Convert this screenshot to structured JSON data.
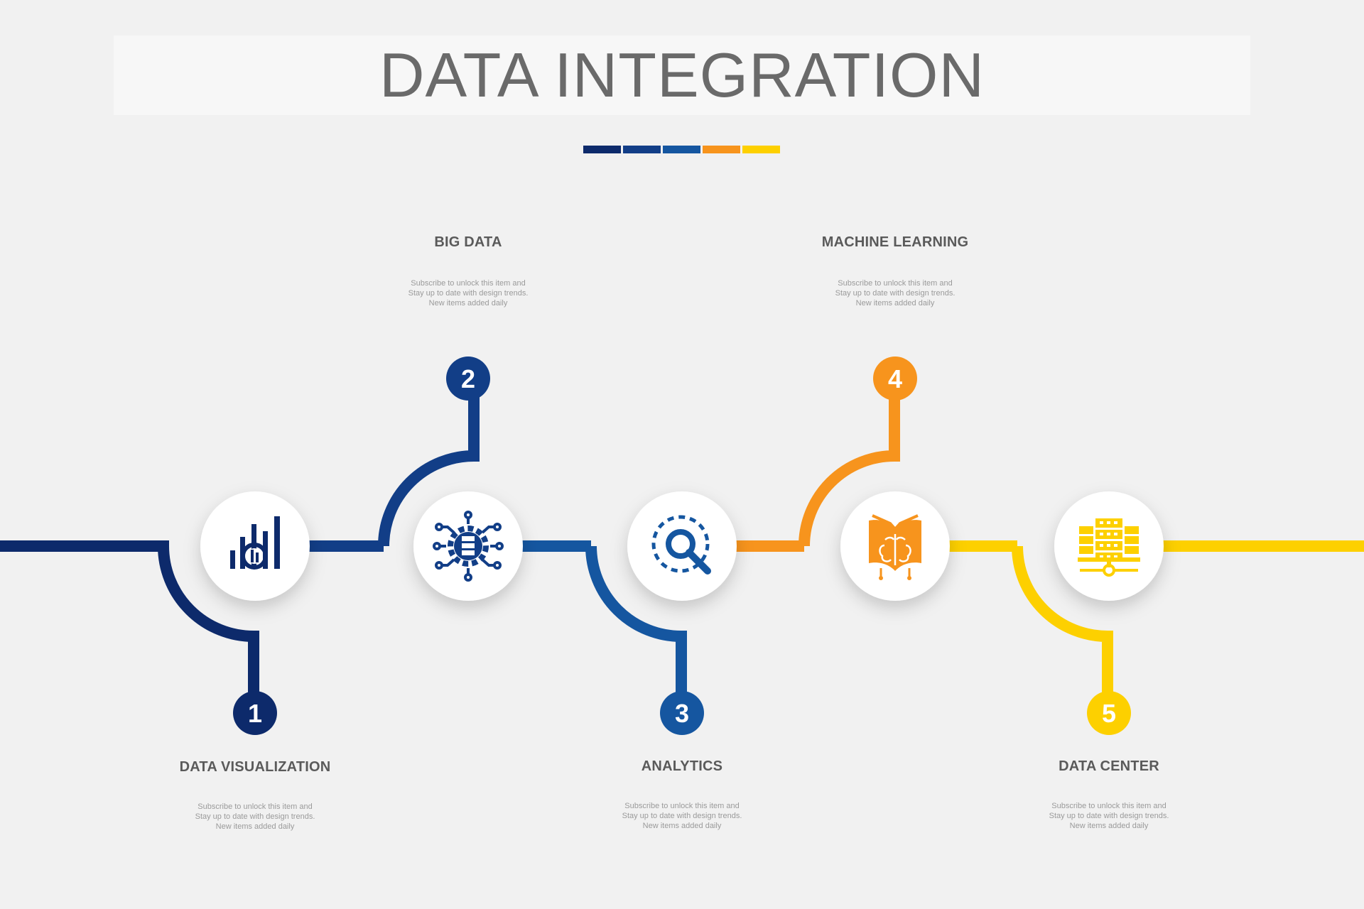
{
  "title": "DATA INTEGRATION",
  "palette": [
    "#0d2a6b",
    "#123e87",
    "#1556a0",
    "#f7941d",
    "#fdd000"
  ],
  "steps": [
    {
      "number": "1",
      "title": "DATA VISUALIZATION",
      "description": "Subscribe to unlock this item and Stay up to date with design trends. New items added daily",
      "icon": "bar-chart-magnifier-icon",
      "color": "#0d2a6b"
    },
    {
      "number": "2",
      "title": "BIG DATA",
      "description": "Subscribe to unlock this item and Stay up to date with design trends. New items added daily",
      "icon": "database-gear-network-icon",
      "color": "#123e87"
    },
    {
      "number": "3",
      "title": "ANALYTICS",
      "description": "Subscribe to unlock this item and Stay up to date with design trends. New items added daily",
      "icon": "magnifier-target-icon",
      "color": "#1556a0"
    },
    {
      "number": "4",
      "title": "MACHINE LEARNING",
      "description": "Subscribe to unlock this item and Stay up to date with design trends. New items added daily",
      "icon": "book-brain-icon",
      "color": "#f7941d"
    },
    {
      "number": "5",
      "title": "DATA CENTER",
      "description": "Subscribe to unlock this item and Stay up to date with design trends. New items added daily",
      "icon": "server-rack-icon",
      "color": "#fdd000"
    }
  ]
}
